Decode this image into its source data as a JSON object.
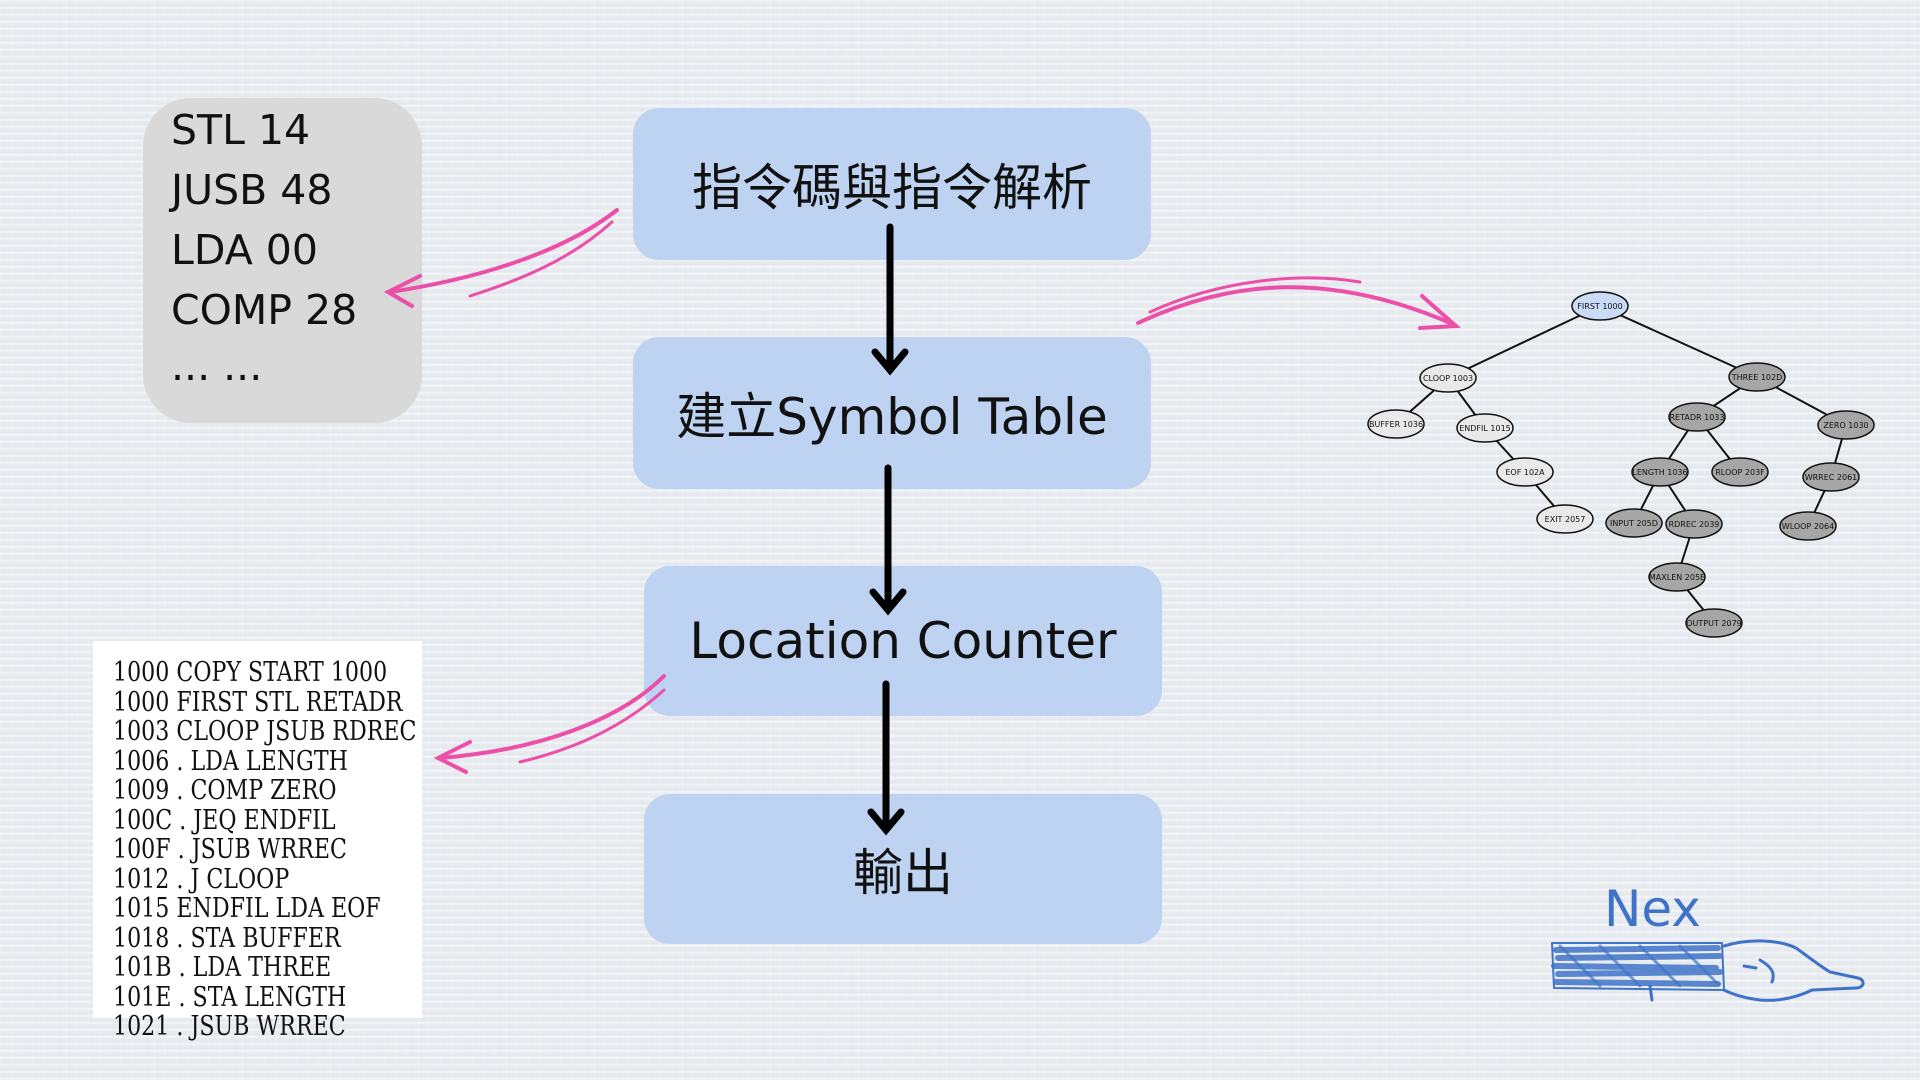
{
  "opcode_card": {
    "lines": [
      "STL 14",
      "JUSB 48",
      "LDA 00",
      "COMP 28",
      "... ..."
    ]
  },
  "flow": {
    "steps": [
      "指令碼與指令解析",
      "建立Symbol Table",
      "Location Counter",
      "輸出"
    ]
  },
  "listing": {
    "rows": [
      "1000 COPY START 1000",
      "1000 FIRST STL RETADR",
      "1003 CLOOP JSUB RDREC",
      "1006 . LDA LENGTH",
      "1009 . COMP ZERO",
      "100C . JEQ ENDFIL",
      "100F . JSUB WRREC",
      "1012 . J CLOOP",
      "1015 ENDFIL LDA EOF",
      "1018 . STA BUFFER",
      "101B . LDA THREE",
      "101E . STA LENGTH",
      "1021 . JSUB WRREC"
    ]
  },
  "tree": {
    "nodes": [
      {
        "id": "first",
        "label": "FIRST 1000",
        "highlight": true
      },
      {
        "id": "cloop",
        "label": "CLOOP 1003"
      },
      {
        "id": "three",
        "label": "THREE 102D"
      },
      {
        "id": "buffer",
        "label": "BUFFER 1036"
      },
      {
        "id": "endfil",
        "label": "ENDFIL 1015"
      },
      {
        "id": "eof",
        "label": "EOF 102A"
      },
      {
        "id": "exit",
        "label": "EXIT 2057"
      },
      {
        "id": "retadr",
        "label": "RETADR 1033"
      },
      {
        "id": "zero",
        "label": "ZERO 1030"
      },
      {
        "id": "length",
        "label": "LENGTH 1036"
      },
      {
        "id": "rloop",
        "label": "RLOOP 203F"
      },
      {
        "id": "wrrec",
        "label": "WRREC 2061"
      },
      {
        "id": "input",
        "label": "INPUT 205D"
      },
      {
        "id": "rdrec",
        "label": "RDREC 2039"
      },
      {
        "id": "wloop",
        "label": "WLOOP 2064"
      },
      {
        "id": "maxlen",
        "label": "MAXLEN 205E"
      },
      {
        "id": "output",
        "label": "OUTPUT 2079"
      }
    ],
    "edges": [
      [
        "first",
        "cloop"
      ],
      [
        "first",
        "three"
      ],
      [
        "cloop",
        "buffer"
      ],
      [
        "cloop",
        "endfil"
      ],
      [
        "endfil",
        "eof"
      ],
      [
        "eof",
        "exit"
      ],
      [
        "three",
        "retadr"
      ],
      [
        "three",
        "zero"
      ],
      [
        "retadr",
        "length"
      ],
      [
        "retadr",
        "rloop"
      ],
      [
        "length",
        "input"
      ],
      [
        "length",
        "rdrec"
      ],
      [
        "rdrec",
        "maxlen"
      ],
      [
        "maxlen",
        "output"
      ],
      [
        "zero",
        "wrrec"
      ],
      [
        "wrrec",
        "wloop"
      ]
    ]
  },
  "logo": {
    "text": "Nex"
  },
  "colors": {
    "box_fill": "#bed3f1",
    "card_fill": "#d9d9d9",
    "arrow_pink": "#ec4fa8",
    "logo_blue": "#3f73c8",
    "node_highlight": "#c9dbf6",
    "node_light": "#e9e9e9",
    "node_dark": "#a6a6a6"
  },
  "icons": {
    "logo_mark": "pointing-hand-icon",
    "connector": "curved-arrow-icon"
  }
}
